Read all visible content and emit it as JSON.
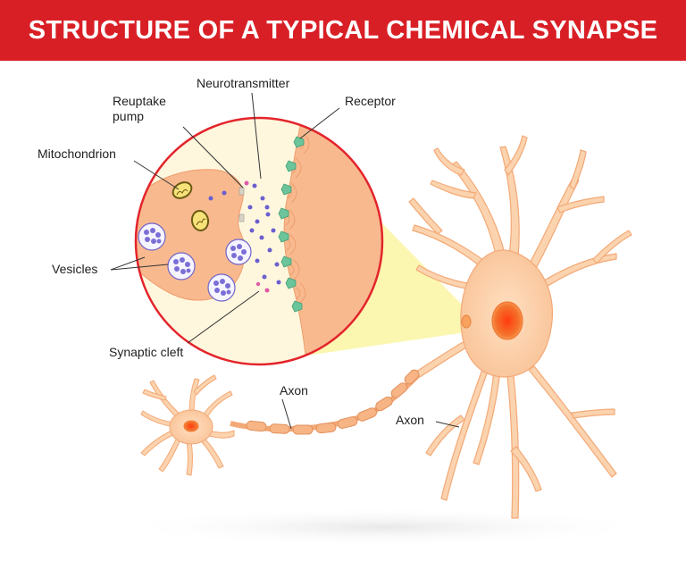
{
  "title": "STRUCTURE OF A TYPICAL CHEMICAL SYNAPSE",
  "labels": {
    "neurotransmitter": "Neurotransmitter",
    "reuptake_line1": "Reuptake",
    "reuptake_line2": "pump",
    "receptor": "Receptor",
    "mitochondrion": "Mitochondrion",
    "vesicles": "Vesicles",
    "synaptic_cleft": "Synaptic cleft",
    "axon_small": "Axon",
    "axon_large": "Axon"
  },
  "colors": {
    "banner": "#d91f26",
    "cell_body": "#fbd3ae",
    "cell_outline": "#f3a977",
    "nucleus": "#f4722b",
    "nucleus_core": "#ff3b10",
    "postsynaptic": "#f8b98f",
    "cleft": "#fff7dd",
    "zoom_cone": "#fbf6a9",
    "circle_border": "#e3242b",
    "vesicle": "#7a6fd6",
    "receptor": "#6cc49b",
    "mitochondrion": "#b59a2a"
  }
}
